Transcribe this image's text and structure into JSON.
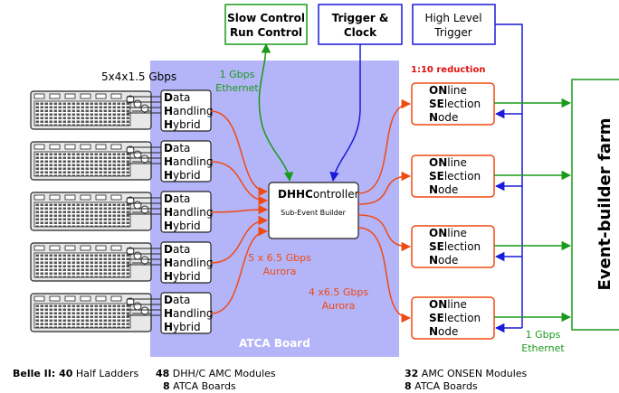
{
  "top_boxes": {
    "slow_control": [
      "Slow Control",
      "Run Control"
    ],
    "trigger_clock": [
      "Trigger &",
      "Clock"
    ],
    "high_level_trigger": [
      "High Level",
      "Trigger"
    ]
  },
  "label_5x4": "5x4x1.5 Gbps",
  "gbps_ethernet_top": [
    "1 Gbps",
    "Ethernet"
  ],
  "reduction": "1:10 reduction",
  "dhh": {
    "first": [
      "D",
      "ata"
    ],
    "second": [
      "H",
      "andling"
    ],
    "third": [
      "H",
      "ybrid"
    ]
  },
  "controller": {
    "title_bold": "DHHC",
    "title_rest": "ontroller",
    "subtitle": "Sub-Event Builder"
  },
  "aurora_1": [
    "5 x 6.5 Gbps",
    "Aurora"
  ],
  "aurora_2": [
    "4 x6.5 Gbps",
    "Aurora"
  ],
  "atca_board": "ATCA Board",
  "onsen": {
    "line1": [
      "ON",
      "line"
    ],
    "line2": [
      "SE",
      "lection"
    ],
    "line3": [
      "N",
      "ode"
    ]
  },
  "event_builder": "Event-builder farm",
  "gbps_ethernet_bottom": [
    "1 Gbps",
    "Ethernet"
  ],
  "footer": {
    "col1": {
      "bold": "Belle II: 40",
      "rest": " Half Ladders"
    },
    "col2": [
      {
        "bold": "48",
        "rest": " DHH/C AMC Modules"
      },
      {
        "bold": "8",
        "rest": " ATCA Boards"
      }
    ],
    "col3": [
      {
        "bold": "32",
        "rest": " AMC ONSEN Modules"
      },
      {
        "bold": "8",
        "rest": " ATCA Boards"
      }
    ]
  },
  "colors": {
    "atca": "#b4b4f8",
    "green": "#1a9a1a",
    "blue": "#1a1ad8",
    "orange": "#f04a14",
    "red": "#e01010"
  }
}
